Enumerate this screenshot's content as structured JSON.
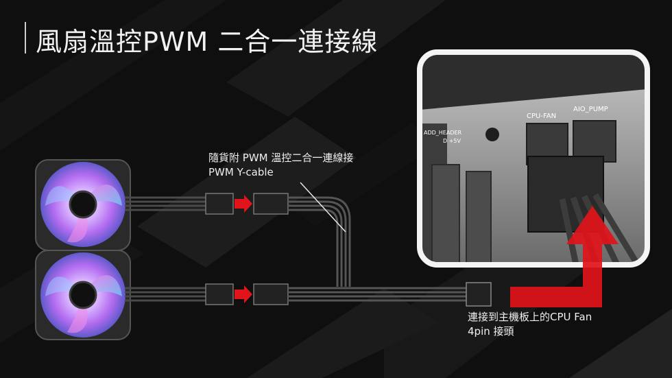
{
  "title": "風扇溫控PWM 二合一連接線",
  "cable_note": {
    "line1": "隨貨附 PWM 溫控二合一連線接",
    "line2": "PWM  Y-cable"
  },
  "header_note": {
    "line1": "連接到主機板上的CPU Fan",
    "line2": "4pin 接頭"
  },
  "board_labels": {
    "cpu_fan": "CPU-FAN",
    "aio_pump": "AIO_PUMP",
    "add_header": "ADD_HEADER",
    "voltage": "D +5V"
  },
  "colors": {
    "accent_red": "#e0141a",
    "frame_white": "#f4f4f4"
  }
}
